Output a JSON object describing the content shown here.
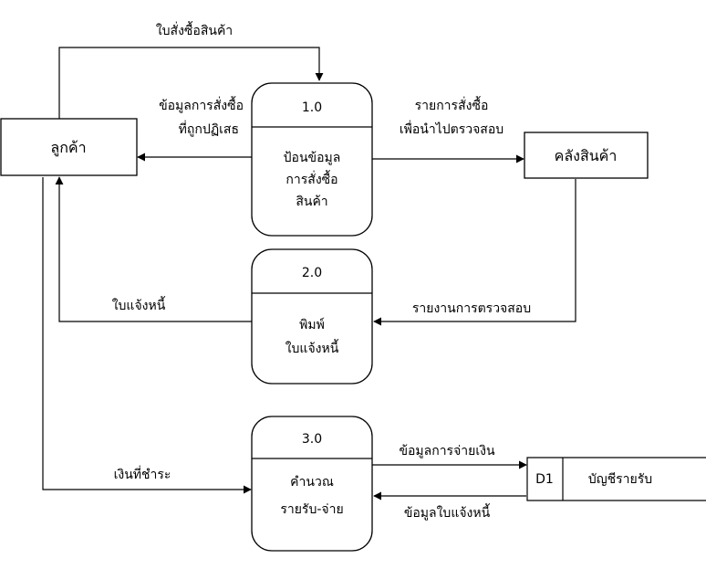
{
  "entities": {
    "customer": "ลูกค้า",
    "warehouse": "คลังสินค้า"
  },
  "processes": [
    {
      "number": "1.0",
      "lines": [
        "ป้อนข้อมูล",
        "การสั่งซื้อ",
        "สินค้า"
      ]
    },
    {
      "number": "2.0",
      "lines": [
        "พิมพ์",
        "ใบแจ้งหนี้"
      ]
    },
    {
      "number": "3.0",
      "lines": [
        "คำนวณ",
        "รายรับ-จ่าย"
      ]
    }
  ],
  "datastore": {
    "id": "D1",
    "name": "บัญชีรายรับ"
  },
  "flows": {
    "purchase_order": "ใบสั่งซื้อสินค้า",
    "rejected_order_line1": "ข้อมูลการสั่งซื้อ",
    "rejected_order_line2": "ที่ถูกปฏิเสธ",
    "order_list_line1": "รายการสั่งซื้อ",
    "order_list_line2": "เพื่อนำไปตรวจสอบ",
    "check_report": "รายงานการตรวจสอบ",
    "invoice": "ใบแจ้งหนี้",
    "payment": "เงินที่ชำระ",
    "payment_data": "ข้อมูลการจ่ายเงิน",
    "invoice_data": "ข้อมูลใบแจ้งหนี้"
  }
}
